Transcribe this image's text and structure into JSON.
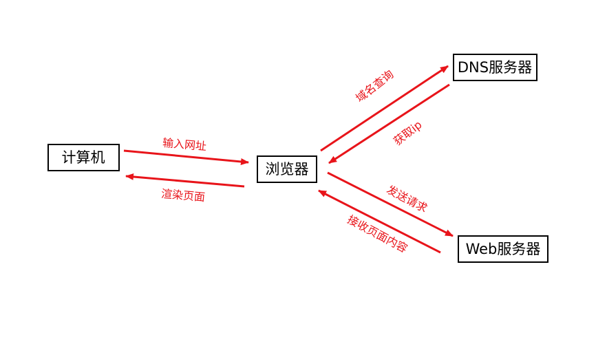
{
  "nodes": {
    "computer": "计算机",
    "browser": "浏览器",
    "dns_server": "DNS服务器",
    "web_server": "Web服务器"
  },
  "edges": {
    "enter_url": "输入网址",
    "render_page": "渲染页面",
    "domain_query": "域名查询",
    "get_ip": "获取ip",
    "send_request": "发送请求",
    "receive_content": "接收页面内容"
  },
  "colors": {
    "arrow": "#e8141a",
    "box_border": "#000000"
  }
}
